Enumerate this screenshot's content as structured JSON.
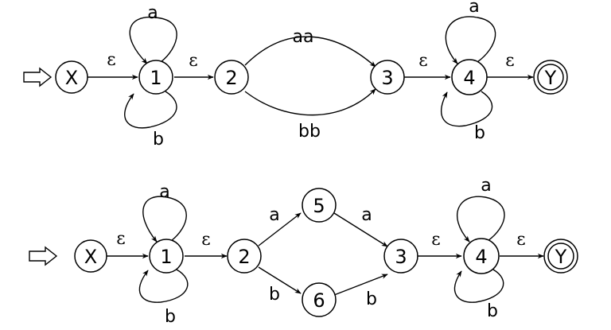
{
  "diagrams": [
    {
      "id": "nfa-top",
      "nodes": {
        "x": "X",
        "n1": "1",
        "n2": "2",
        "n3": "3",
        "n4": "4",
        "y": "Y"
      },
      "edges": {
        "x_1": "ε",
        "loop1_a": "a",
        "loop1_b": "b",
        "e1_2": "ε",
        "e2_3_aa": "aa",
        "e2_3_bb": "bb",
        "e3_4": "ε",
        "loop4_a": "a",
        "loop4_b": "b",
        "e4_y": "ε"
      }
    },
    {
      "id": "nfa-bottom",
      "nodes": {
        "x": "X",
        "n1": "1",
        "n2": "2",
        "n5": "5",
        "n6": "6",
        "n3": "3",
        "n4": "4",
        "y": "Y"
      },
      "edges": {
        "x_1": "ε",
        "loop1_a": "a",
        "loop1_b": "b",
        "e1_2": "ε",
        "e2_5": "a",
        "e5_3": "a",
        "e2_6": "b",
        "e6_3": "b",
        "e3_4": "ε",
        "loop4_a": "a",
        "loop4_b": "b",
        "e4_y": "ε"
      }
    }
  ]
}
